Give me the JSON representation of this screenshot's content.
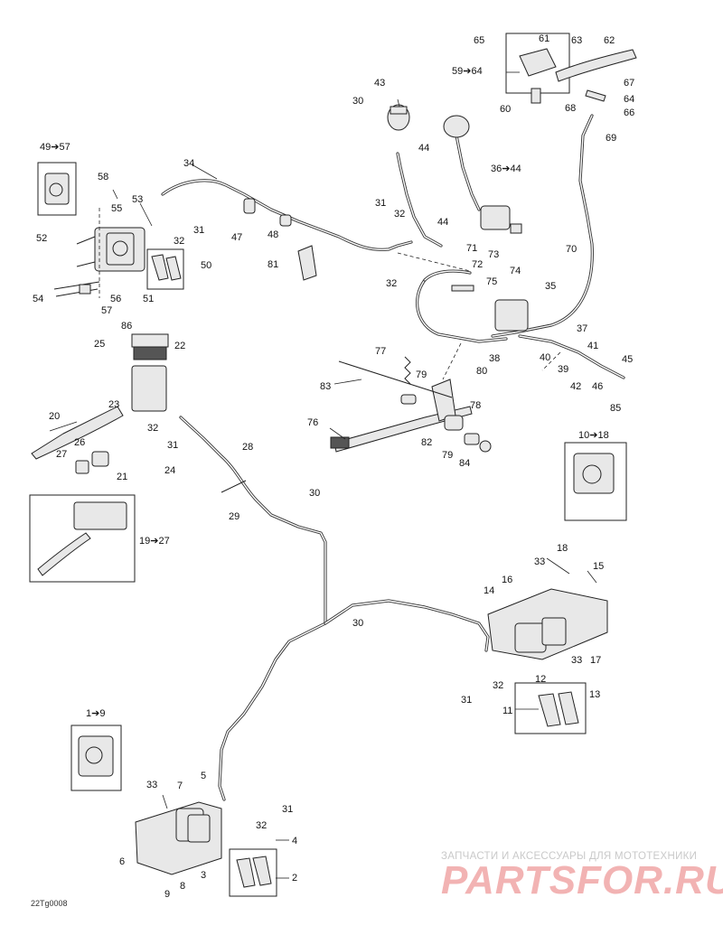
{
  "labels": {
    "n1_9": "1➔9",
    "n2": "2",
    "n3": "3",
    "n4": "4",
    "n5": "5",
    "n6": "6",
    "n7": "7",
    "n8": "8",
    "n9": "9",
    "n10_18": "10➔18",
    "n11": "11",
    "n12": "12",
    "n13": "13",
    "n14": "14",
    "n15": "15",
    "n16": "16",
    "n17": "17",
    "n18": "18",
    "n19_27": "19➔27",
    "n20": "20",
    "n21": "21",
    "n22": "22",
    "n23": "23",
    "n24": "24",
    "n25": "25",
    "n26": "26",
    "n27": "27",
    "n28": "28",
    "n29": "29",
    "n30": "30",
    "n31": "31",
    "n32": "32",
    "n33": "33",
    "n34": "34",
    "n35": "35",
    "n36_44": "36➔44",
    "n37": "37",
    "n38": "38",
    "n39": "39",
    "n40": "40",
    "n41": "41",
    "n42": "42",
    "n43": "43",
    "n44": "44",
    "n45": "45",
    "n46": "46",
    "n47": "47",
    "n48": "48",
    "n49_57": "49➔57",
    "n50": "50",
    "n51": "51",
    "n52": "52",
    "n53": "53",
    "n54": "54",
    "n55": "55",
    "n56": "56",
    "n57": "57",
    "n58": "58",
    "n59_64": "59➔64",
    "n60": "60",
    "n61": "61",
    "n62": "62",
    "n63": "63",
    "n64": "64",
    "n65": "65",
    "n66": "66",
    "n67": "67",
    "n68": "68",
    "n69": "69",
    "n70": "70",
    "n71": "71",
    "n72": "72",
    "n73": "73",
    "n74": "74",
    "n75": "75",
    "n76": "76",
    "n77": "77",
    "n78": "78",
    "n79": "79",
    "n80": "80",
    "n81": "81",
    "n82": "82",
    "n83": "83",
    "n84": "84",
    "n85": "85",
    "n86": "86"
  },
  "watermark": {
    "tagline": "ЗАПЧАСТИ И АКСЕССУАРЫ ДЛЯ МОТОТЕХНИКИ",
    "logo": "PARTSFOR.RU"
  },
  "reference_code": "22Tg0008",
  "colors": {
    "line": "#222222",
    "watermark_logo": "#f2b3b3",
    "watermark_text": "#c9c9c9"
  }
}
